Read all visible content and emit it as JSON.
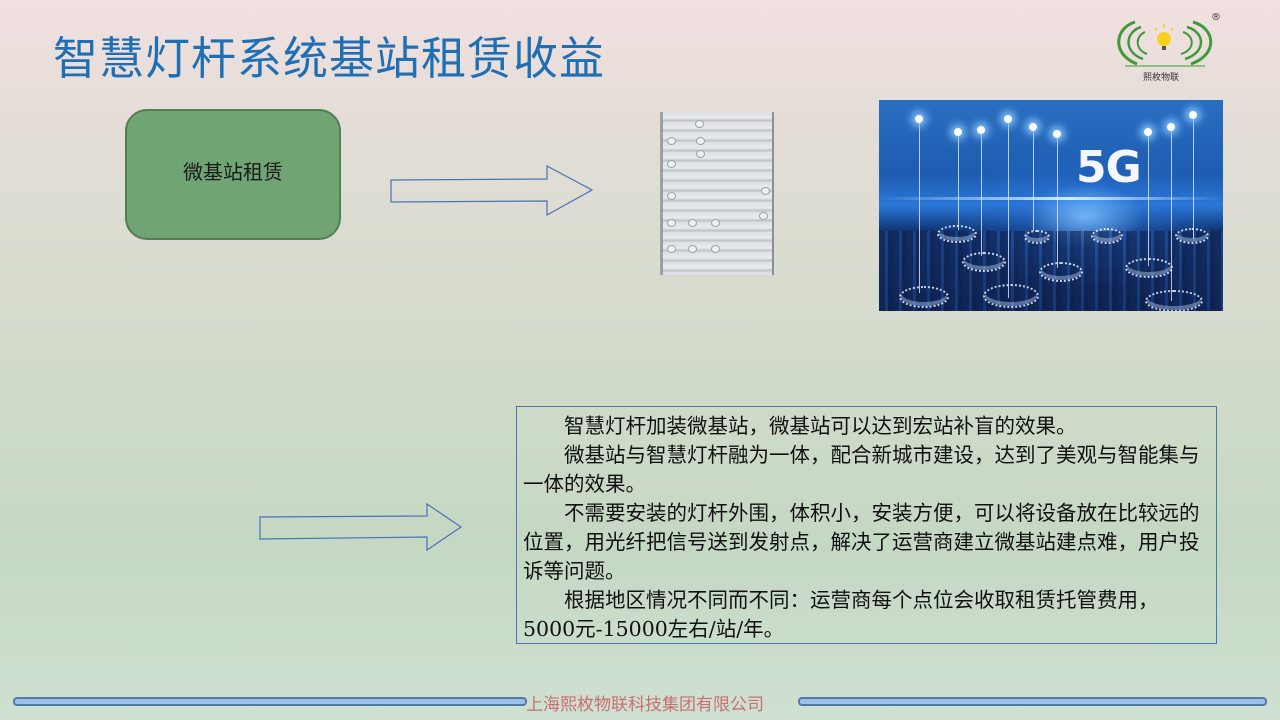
{
  "slide": {
    "title": "智慧灯杆系统基站租赁收益",
    "logo": {
      "text": "熙枚物联",
      "registered_mark": "®",
      "colors": {
        "rings": "#3f9a3a",
        "bulb": "#f7cf1c"
      }
    },
    "green_box": {
      "label": "微基站租赁",
      "color": "#70a474"
    },
    "images": {
      "device": {
        "description": "微基站设备 (grey finned enclosure)"
      },
      "fiveg": {
        "label": "5G"
      }
    },
    "body_text": {
      "paragraphs": [
        "智慧灯杆加装微基站，微基站可以达到宏站补盲的效果。",
        "微基站与智慧灯杆融为一体，配合新城市建设，达到了美观与智能集与一体的效果。",
        "不需要安装的灯杆外围，体积小，安装方便，可以将设备放在比较远的位置，用光纤把信号送到发射点，解决了运营商建立微基站建点难，用户投诉等问题。",
        "根据地区情况不同而不同：运营商每个点位会收取租赁托管费用，5000元-15000左右/站/年。"
      ]
    },
    "footer": {
      "company": "上海熙枚物联科技集团有限公司",
      "bar_color": "#9dc1e6",
      "text_color": "#c87070"
    },
    "colors": {
      "title": "#1f6fb5",
      "arrow_outline": "#4a72b5",
      "textbox_border": "#4a77b0"
    }
  }
}
